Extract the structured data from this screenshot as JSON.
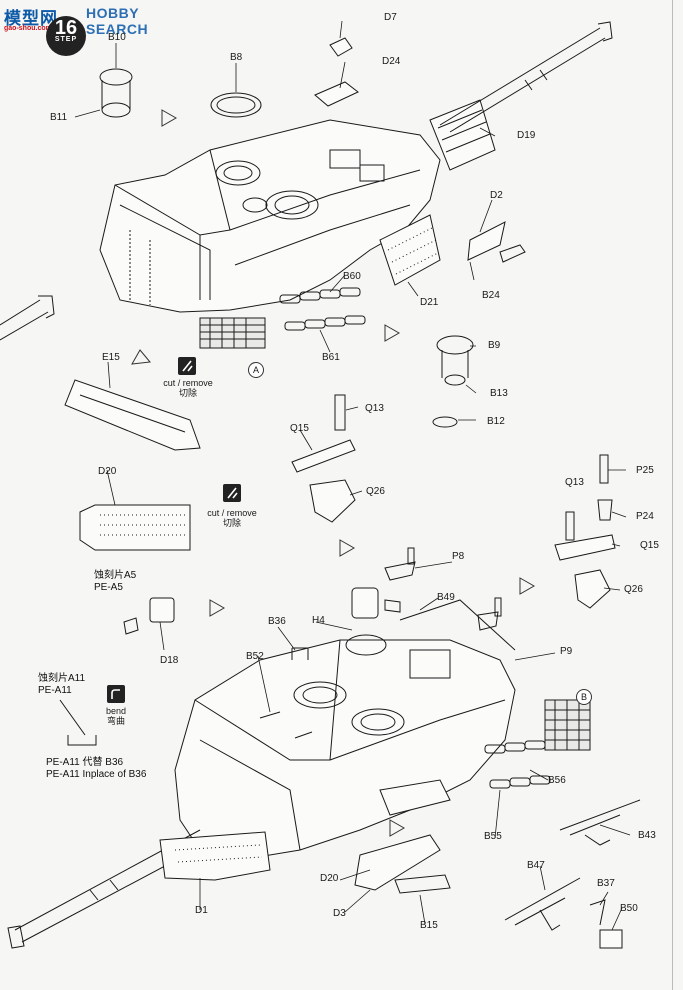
{
  "watermark": {
    "site_cn": "模型网",
    "site_en": "HOBBY SEARCH",
    "url": "gao-shou.com"
  },
  "step": {
    "word": "STEP",
    "number": "16"
  },
  "labels": {
    "B10": "B10",
    "B11": "B11",
    "B8": "B8",
    "D7": "D7",
    "D24": "D24",
    "D19": "D19",
    "D2": "D2",
    "B24": "B24",
    "D21": "D21",
    "B60": "B60",
    "B61": "B61",
    "E15": "E15",
    "D20_top": "D20",
    "Q15_top": "Q15",
    "Q13_top": "Q13",
    "Q26_top": "Q26",
    "B9": "B9",
    "B13": "B13",
    "B12": "B12",
    "P25": "P25",
    "P24": "P24",
    "Q13_right": "Q13",
    "Q15_right": "Q15",
    "Q26_right": "Q26",
    "P8": "P8",
    "B49": "B49",
    "P9": "P9",
    "H4": "H4",
    "B36": "B36",
    "B52": "B52",
    "D18": "D18",
    "B56": "B56",
    "B55": "B55",
    "B43": "B43",
    "B47": "B47",
    "B37": "B37",
    "B50": "B50",
    "D20_bottom": "D20",
    "D3": "D3",
    "B15": "B15",
    "D1": "D1"
  },
  "markers": {
    "A": "A",
    "B": "B"
  },
  "cut_note_1": {
    "en": "cut / remove",
    "cn": "切除"
  },
  "cut_note_2": {
    "en": "cut / remove",
    "cn": "切除"
  },
  "bend_note": {
    "en": "bend",
    "cn": "弯曲"
  },
  "pe_a5": {
    "line1": "蚀刻片A5",
    "line2": "PE-A5"
  },
  "pe_a11": {
    "line1": "蚀刻片A11",
    "line2": "PE-A11",
    "line3": "PE-A11 代替 B36",
    "line4": "PE-A11 Inplace of B36"
  },
  "colors": {
    "ink": "#1a1a1a",
    "paper": "#f6f6f4",
    "watermark_blue": "#0d5aa8",
    "watermark_red": "#d0101a"
  },
  "icons": [
    "arrow-right-icon",
    "arrow-down-right-icon",
    "cut-tool-icon",
    "bend-tool-icon"
  ]
}
